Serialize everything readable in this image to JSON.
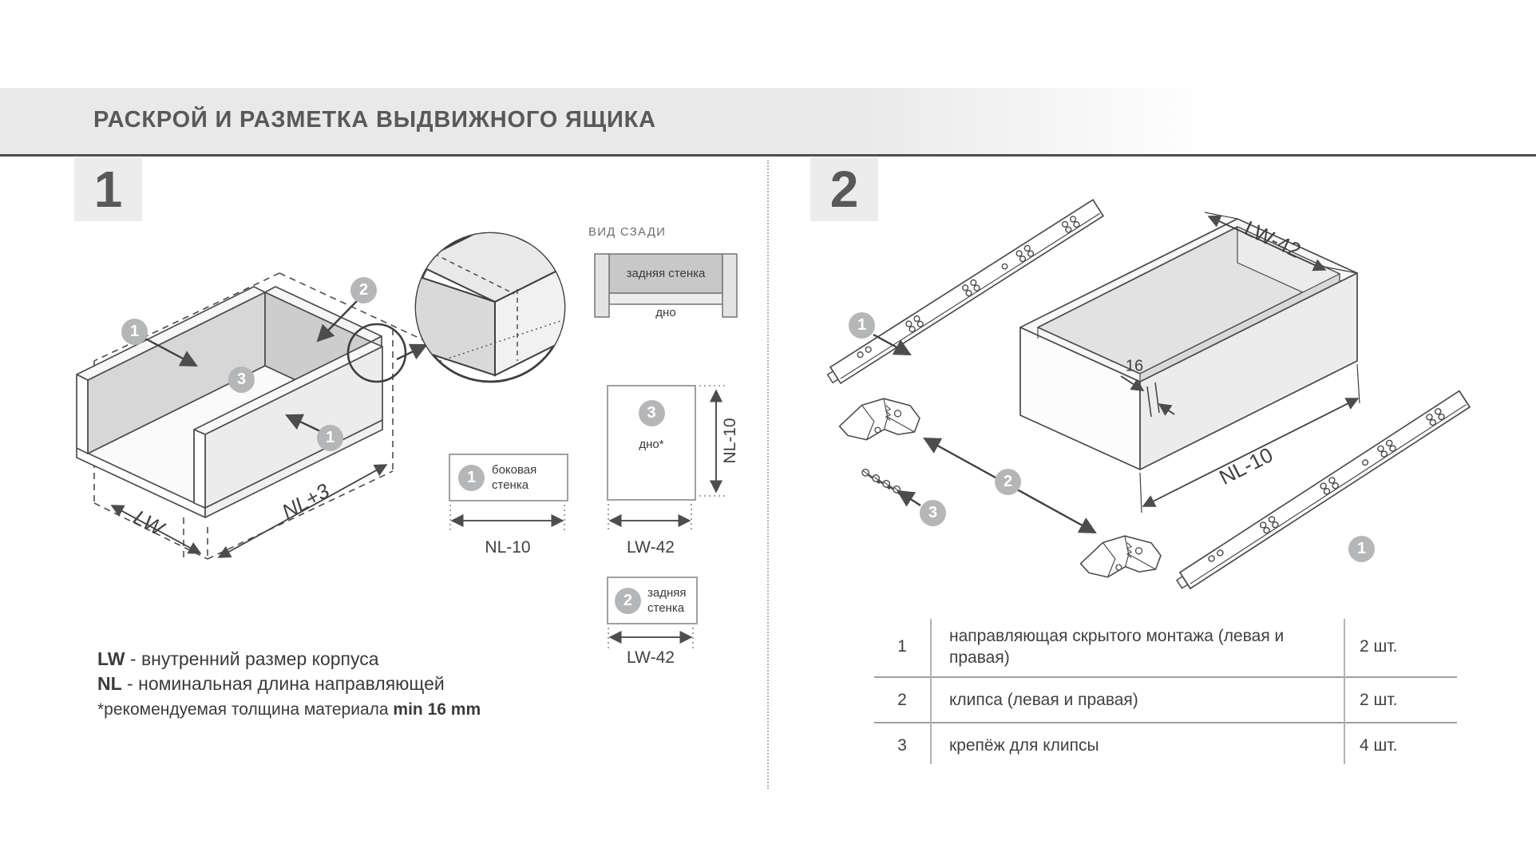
{
  "header": {
    "title": "РАСКРОЙ И РАЗМЕТКА ВЫДВИЖНОГО ЯЩИКА"
  },
  "sections": {
    "one": "1",
    "two": "2"
  },
  "badges": {
    "b1": "1",
    "b2": "2",
    "b3": "3"
  },
  "rear_view": {
    "title": "ВИД СЗАДИ",
    "back_wall": "задняя стенка",
    "bottom": "дно"
  },
  "parts": {
    "side_wall": {
      "num": "1",
      "label": "боковая стенка",
      "width_dim": "NL-10"
    },
    "bottom": {
      "num": "3",
      "label": "дно*",
      "width_dim": "LW-42",
      "height_dim": "NL-10"
    },
    "back_wall": {
      "num": "2",
      "label": "задняя стенка",
      "width_dim": "LW-42"
    }
  },
  "dims": {
    "lw": "LW",
    "nl_plus3": "NL+3",
    "lw42": "LW-42",
    "nl10": "NL-10",
    "thickness": "16"
  },
  "legend": [
    {
      "term": "LW",
      "desc": " - внутренний размер корпуса"
    },
    {
      "term": "NL",
      "desc": " - номинальная длина направляющей"
    }
  ],
  "footnote": {
    "text": "*рекомендуемая толщина материала ",
    "bold": "min 16 mm"
  },
  "table": {
    "rows": [
      {
        "num": "1",
        "desc": "направляющая скрытого монтажа (левая и правая)",
        "qty": "2 шт."
      },
      {
        "num": "2",
        "desc": "клипса (левая и правая)",
        "qty": "2 шт."
      },
      {
        "num": "3",
        "desc": "крепёж для клипсы",
        "qty": "4 шт."
      }
    ]
  },
  "colors": {
    "accent_gray": "#b5b6b7",
    "line": "#4d4d4d",
    "header_bg": "#e9e9e9"
  }
}
